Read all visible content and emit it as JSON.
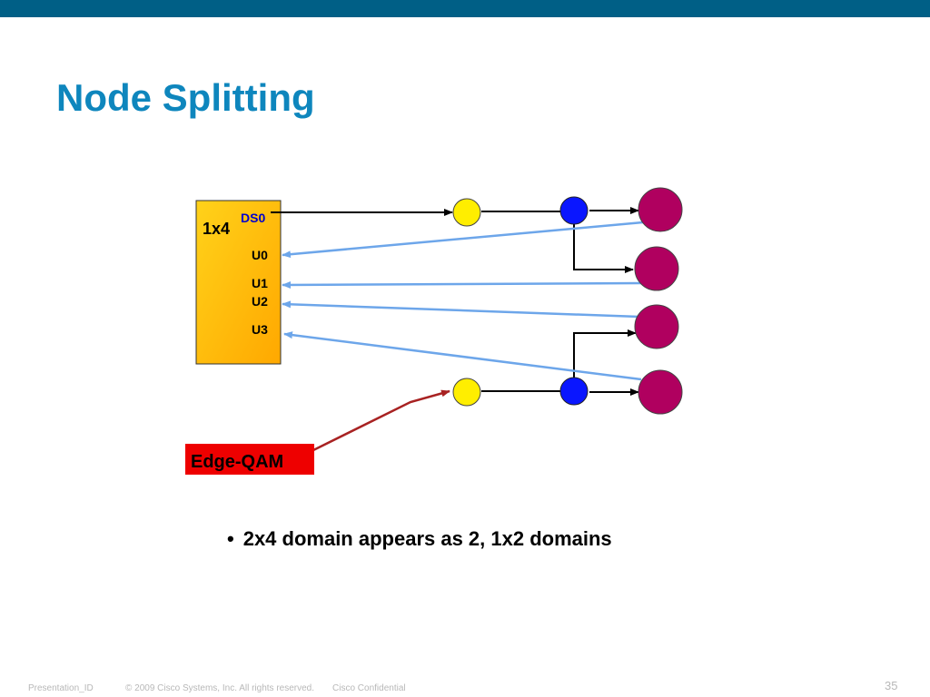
{
  "slide": {
    "title": "Node Splitting",
    "bullet": "2x4 domain appears as 2, 1x2 domains",
    "page_number": "35"
  },
  "diagram": {
    "box_label": "1x4",
    "port_ds": "DS0",
    "ports_up": [
      "U0",
      "U1",
      "U2",
      "U3"
    ],
    "edge_qam_label": "Edge-QAM"
  },
  "footer": {
    "presentation_id": "Presentation_ID",
    "copyright": "© 2009 Cisco Systems, Inc. All rights reserved.",
    "confidential": "Cisco Confidential"
  },
  "colors": {
    "title": "#0e86bd",
    "top_bar": "#005f86",
    "box_fill": "#ffc21a",
    "yellow_node": "#ffee00",
    "blue_node": "#0a16ff",
    "cm_node": "#b0005f",
    "up_arrow": "#6da6ea",
    "edge_qam_bg": "#ee0000",
    "callout": "#a82222"
  }
}
